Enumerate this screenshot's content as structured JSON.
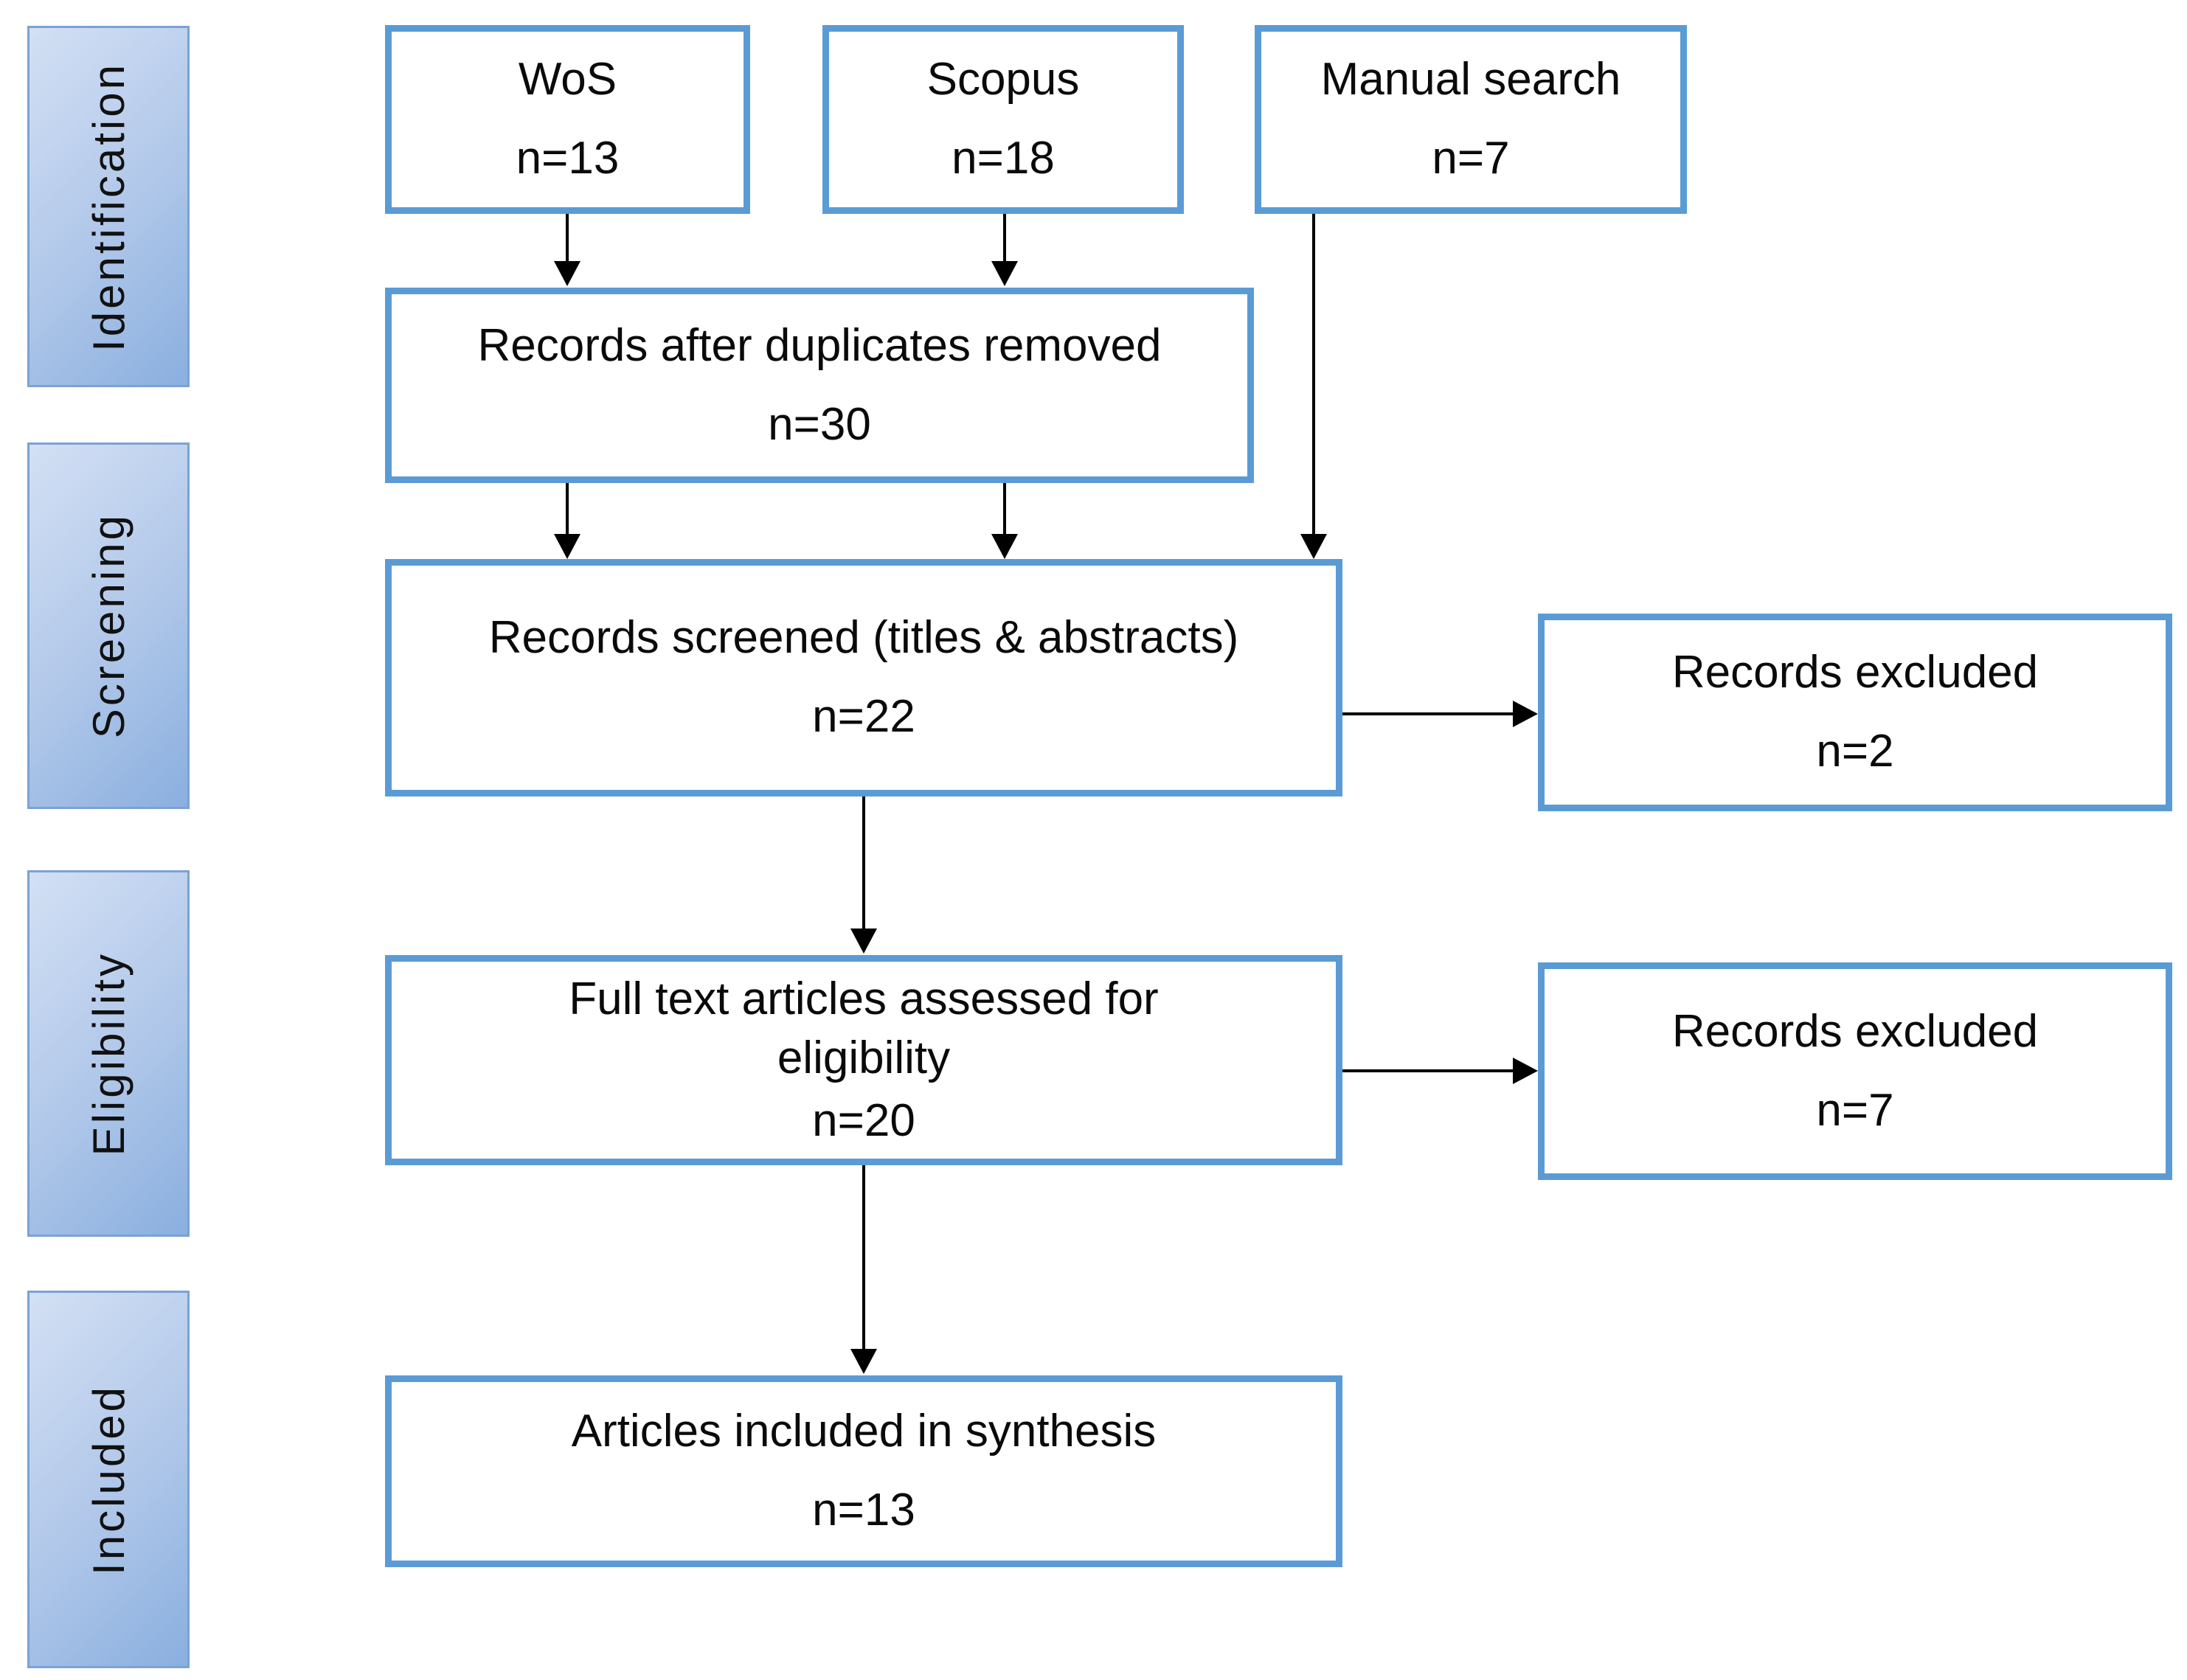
{
  "diagram": {
    "type": "prisma-flow"
  },
  "colors": {
    "box_border": "#5b9bd5",
    "box_bg": "#ffffff",
    "stage_border": "#7ba2d4",
    "stage_grad_start": "#d3e0f4",
    "stage_grad_mid": "#b3c9ea",
    "stage_grad_end": "#8aafdf",
    "arrow": "#000000",
    "text": "#0a0a0a"
  },
  "stages": {
    "identification": "Identification",
    "screening": "Screening",
    "eligibility": "Eligibility",
    "included": "Included"
  },
  "boxes": {
    "wos": {
      "title": "WoS",
      "count": "n=13"
    },
    "scopus": {
      "title": "Scopus",
      "count": "n=18"
    },
    "manual": {
      "title": "Manual search",
      "count": "n=7"
    },
    "duplicates": {
      "title": "Records after duplicates removed",
      "count": "n=30"
    },
    "screened": {
      "title": "Records screened (titles & abstracts)",
      "count": "n=22"
    },
    "excluded_screening": {
      "title": "Records excluded",
      "count": "n=2"
    },
    "fulltext": {
      "title": "Full text articles assessed for",
      "title2": "eligibility",
      "count": "n=20"
    },
    "excluded_fulltext": {
      "title": "Records excluded",
      "count": "n=7"
    },
    "included": {
      "title": "Articles included in synthesis",
      "count": "n=13"
    }
  }
}
